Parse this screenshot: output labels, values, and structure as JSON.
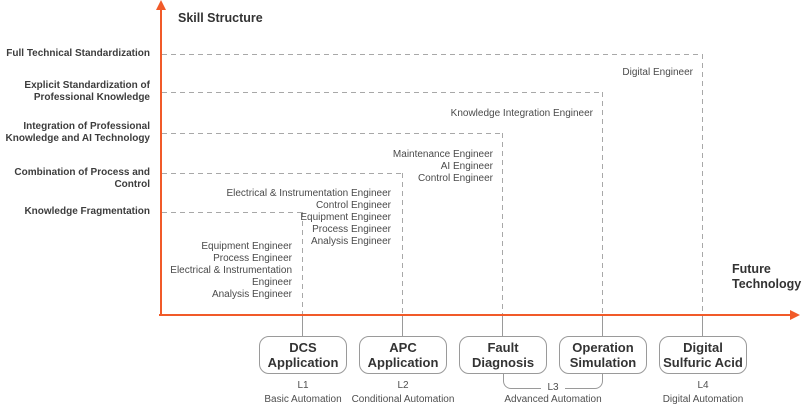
{
  "colors": {
    "axis": "#F15A29",
    "dash": "#A8A8A8",
    "line": "#9A9A9A",
    "text-dark": "#3D3D3D",
    "text-mid": "#4A4A4A",
    "box-border": "#9A9A9A"
  },
  "axes": {
    "y_title": "Skill Structure",
    "x_title_lines": [
      "Future",
      "Technology"
    ]
  },
  "skill_levels": [
    {
      "lines": [
        "Full Technical Standardization"
      ]
    },
    {
      "lines": [
        "Explicit Standardization of",
        "Professional Knowledge"
      ]
    },
    {
      "lines": [
        "Integration of Professional",
        "Knowledge and AI Technology"
      ]
    },
    {
      "lines": [
        "Combination of Process and Control"
      ]
    },
    {
      "lines": [
        "Knowledge Fragmentation"
      ]
    }
  ],
  "columns": [
    {
      "box_lines": [
        "DCS",
        "Application"
      ],
      "engineer_lines": [
        "Equipment Engineer",
        "Process Engineer",
        "Electrical & Instrumentation",
        "Engineer",
        "Analysis Engineer"
      ]
    },
    {
      "box_lines": [
        "APC",
        "Application"
      ],
      "engineer_lines": [
        "Electrical & Instrumentation Engineer",
        "Control Engineer",
        "Equipment Engineer",
        "Process Engineer",
        "Analysis Engineer"
      ]
    },
    {
      "box_lines": [
        "Fault",
        "Diagnosis"
      ],
      "engineer_lines": [
        "Maintenance Engineer",
        "AI Engineer",
        "Control Engineer"
      ]
    },
    {
      "box_lines": [
        "Operation",
        "Simulation"
      ],
      "engineer_lines": [
        "Knowledge Integration Engineer"
      ]
    },
    {
      "box_lines": [
        "Digital",
        "Sulfuric Acid"
      ],
      "engineer_lines": [
        "Digital Engineer"
      ]
    }
  ],
  "level_tags": [
    {
      "tag": "L1",
      "desc": "Basic Automation"
    },
    {
      "tag": "L2",
      "desc": "Conditional Automation"
    },
    {
      "tag": "L3",
      "desc": "Advanced Automation"
    },
    {
      "tag": "L4",
      "desc": "Digital Automation"
    }
  ]
}
